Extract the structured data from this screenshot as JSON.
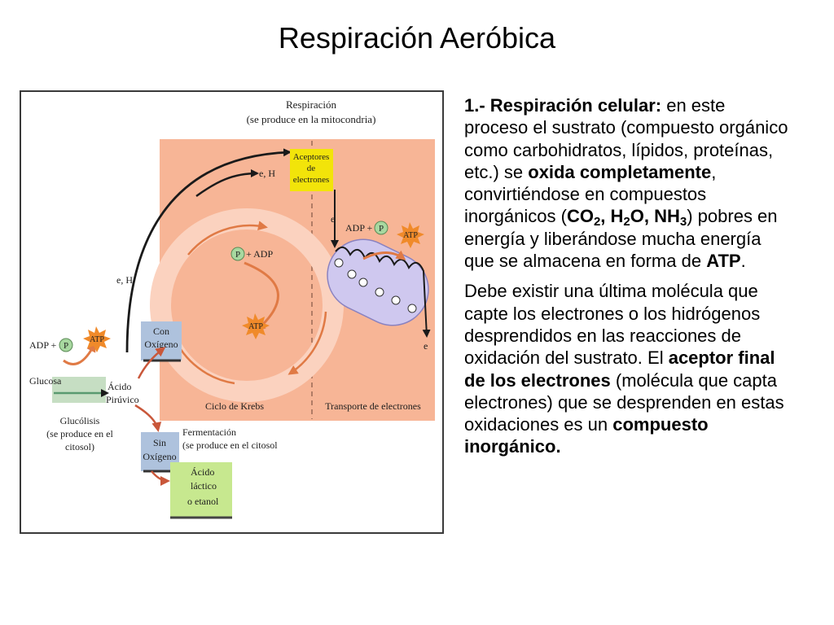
{
  "title": "Respiración Aeróbica",
  "diagram": {
    "resp_title_1": "Respiración",
    "resp_title_2": "(se produce en la mitocondria)",
    "aceptores_1": "Aceptores",
    "aceptores_2": "de",
    "aceptores_3": "electrones",
    "eh_top": "e, H",
    "eh_left": "e, H",
    "e_down": "e",
    "e_end": "e",
    "adp_left": "ADP +",
    "p_left": "P",
    "atp_left": "ATP",
    "p_krebs": "P",
    "adp_krebs": "+ ADP",
    "atp_krebs": "ATP",
    "adp_right": "ADP +",
    "p_right": "P",
    "atp_right": "ATP",
    "con_1": "Con",
    "con_2": "Oxígeno",
    "glucosa": "Glucosa",
    "acido_1": "Ácido",
    "acido_2": "Pirúvico",
    "glucolisis_1": "Glucólisis",
    "glucolisis_2": "(se produce en el",
    "glucolisis_3": "citosol)",
    "ciclo": "Ciclo de Krebs",
    "transporte": "Transporte de electrones",
    "ferm_1": "Fermentación",
    "ferm_2": "(se produce en el citosol",
    "sin_1": "Sin",
    "sin_2": "Oxígeno",
    "lactico_1": "Ácido",
    "lactico_2": "láctico",
    "lactico_3": "o etanol"
  },
  "text": {
    "p1": {
      "lead": "1.- Respiración celular:",
      "t1": " en este proceso el sustrato (compuesto orgánico como carbohidratos, lípidos, proteínas, etc.) se ",
      "b1": "oxida completamente",
      "t2": ", convirtiéndose en compuestos inorgánicos (",
      "co": "CO",
      "sub2a": "2",
      "comma1": ", H",
      "sub2b": "2",
      "o": "O, NH",
      "sub3": "3",
      "t3": ") pobres en energía y liberándose mucha energía que se almacena en forma de ",
      "atp": "ATP",
      "dot": "."
    },
    "p2": {
      "t1": "Debe existir una última molécula que capte los electrones o los hidrógenos desprendidos en las reacciones de oxidación del sustrato. El ",
      "b1": "aceptor final de los electrones",
      "t2": " (molécula que capta electrones) que se desprenden en estas oxidaciones es un ",
      "b2": "compuesto inorgánico."
    }
  },
  "colors": {
    "mito_bg": "#f7b596",
    "ring": "#fbd2bf",
    "arrow_orange": "#e07a45",
    "arrow_dark": "#1a1a1a",
    "yellow_box": "#f2e40a",
    "blue_box": "#aec2dd",
    "green_box": "#c7e88f",
    "membrane": "#cfc8ef",
    "atp_burst": "#f08a2a"
  }
}
